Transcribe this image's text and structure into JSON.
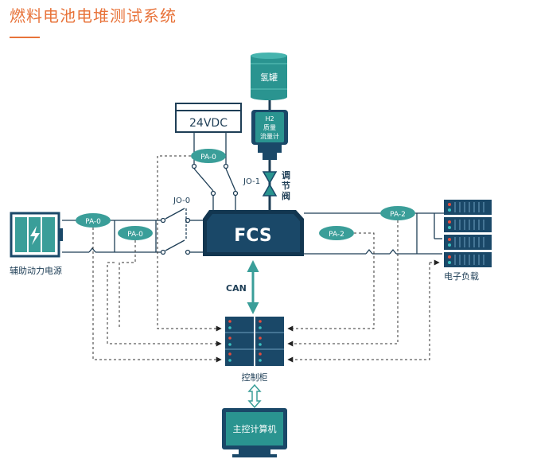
{
  "title": "燃料电池电堆测试系统",
  "colors": {
    "accent": "#e8733a",
    "navy": "#1a4868",
    "navy_dark": "#123650",
    "teal": "#3a9e99",
    "line": "#1e3e56",
    "dash": "#333333"
  },
  "labels": {
    "h2_tank": "氢罐",
    "mass_flow": [
      "H2",
      "质量",
      "流量计"
    ],
    "regulator_valve": [
      "调",
      "节",
      "阀"
    ],
    "power_24v": "24VDC",
    "fcs": "FCS",
    "can": "CAN",
    "control_cabinet": "控制柜",
    "host_pc": "主控计算机",
    "aux_power": "辅助动力电源",
    "e_load": "电子负载",
    "jo0": "JO-0",
    "jo1": "JO-1",
    "pa0_top": "PA-0",
    "pa0_left_top": "PA-0",
    "pa0_left_bottom": "PA-0",
    "pa2_right": "PA-2",
    "pa2_inner": "PA-2"
  }
}
